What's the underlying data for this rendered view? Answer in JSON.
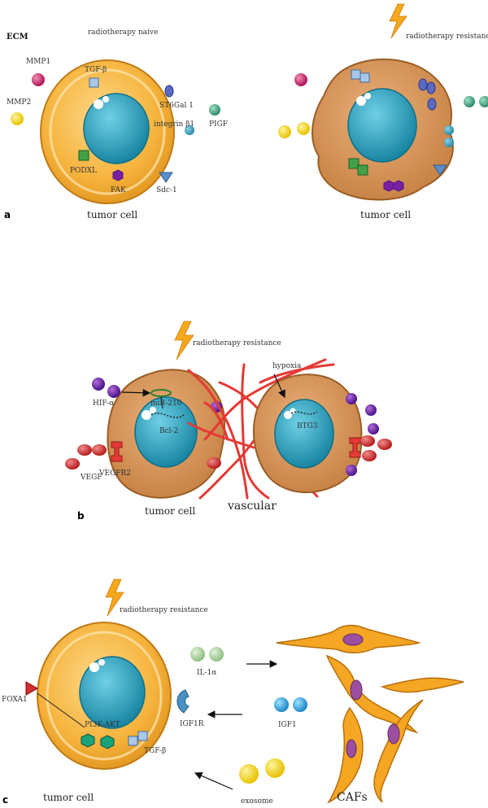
{
  "panel_a": {
    "letter": "a",
    "ecm": "ECM",
    "radiotherapy_naive": "radiotherapy naive",
    "radiotherapy_resistance": "radiotherapy resistance",
    "mmp1": "MMP1",
    "mmp2": "MMP2",
    "tgf_beta": "TGF-β",
    "st6gal1": "ST6Gal 1",
    "integrin": "integrin β1",
    "pigf": "PIGF",
    "podxl": "PODXL",
    "fak": "FAK",
    "sdc1": "Sdc-1",
    "tumor_cell_left": "tumor cell",
    "tumor_cell_right": "tumor cell"
  },
  "panel_b": {
    "letter": "b",
    "radiotherapy_resistance": "radiotherapy resistance",
    "hypoxia": "hypoxia",
    "hif": "HIF-α",
    "mir210": "miR-210",
    "bcl2": "Bcl-2",
    "btg3": "BTG3",
    "vegf": "VEGF",
    "vegfr2": "VEGFR2",
    "vascular": "vascular",
    "tumor_cell": "tumor cell"
  },
  "panel_c": {
    "letter": "c",
    "radiotherapy_resistance": "radiotherapy resistance",
    "il1a": "IL-1α",
    "igf1": "IGF1",
    "igf1r": "IGF1R",
    "foxa1": "FOXA1",
    "pi3k_akt": "PI3K-AKT",
    "tgf_beta": "TGF-β",
    "exosome": "exosome",
    "tumor_cell": "tumor cell",
    "cafs": "CAFs"
  },
  "colors": {
    "naive_cell": "#f6b43e",
    "resistant_cell": "#d9975a",
    "nucleus": "#2aa3bf",
    "mmp1": "#c2185b",
    "mmp2": "#f0d31e",
    "vegf": "#d32f2f",
    "hif": "#6a1b9a",
    "il1a": "#a5d6a7",
    "igf1": "#29b6f6",
    "exosome": "#fdd835",
    "vascular": "#e53935",
    "lightning": "#f4a81c"
  }
}
